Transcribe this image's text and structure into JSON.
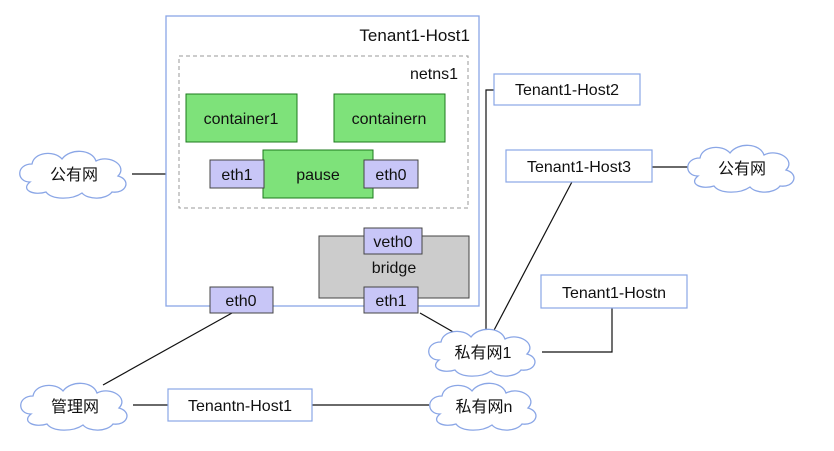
{
  "colors": {
    "host_border": "#8aa6e6",
    "netns_border": "#9a9a9a",
    "container_fill": "#7ee27a",
    "container_border": "#1c7a1c",
    "interface_fill": "#c8c6f7",
    "interface_border": "#444444",
    "bridge_fill": "#cccccc",
    "line": "#111111",
    "cloud_border": "#8aa6e6"
  },
  "hosts": {
    "host1": "Tenant1-Host1",
    "host2": "Tenant1-Host2",
    "host3": "Tenant1-Host3",
    "hostn": "Tenant1-Hostn",
    "tenantn_host1": "Tenantn-Host1"
  },
  "netns": {
    "label": "netns1",
    "container1": "container1",
    "containern": "containern",
    "pause": "pause",
    "eth1": "eth1",
    "eth0": "eth0"
  },
  "bridge": {
    "label": "bridge",
    "veth0": "veth0",
    "eth1": "eth1"
  },
  "host_eth0": "eth0",
  "clouds": {
    "public_left": "公有网",
    "public_right": "公有网",
    "management": "管理网",
    "private1": "私有网1",
    "privaten": "私有网n"
  }
}
